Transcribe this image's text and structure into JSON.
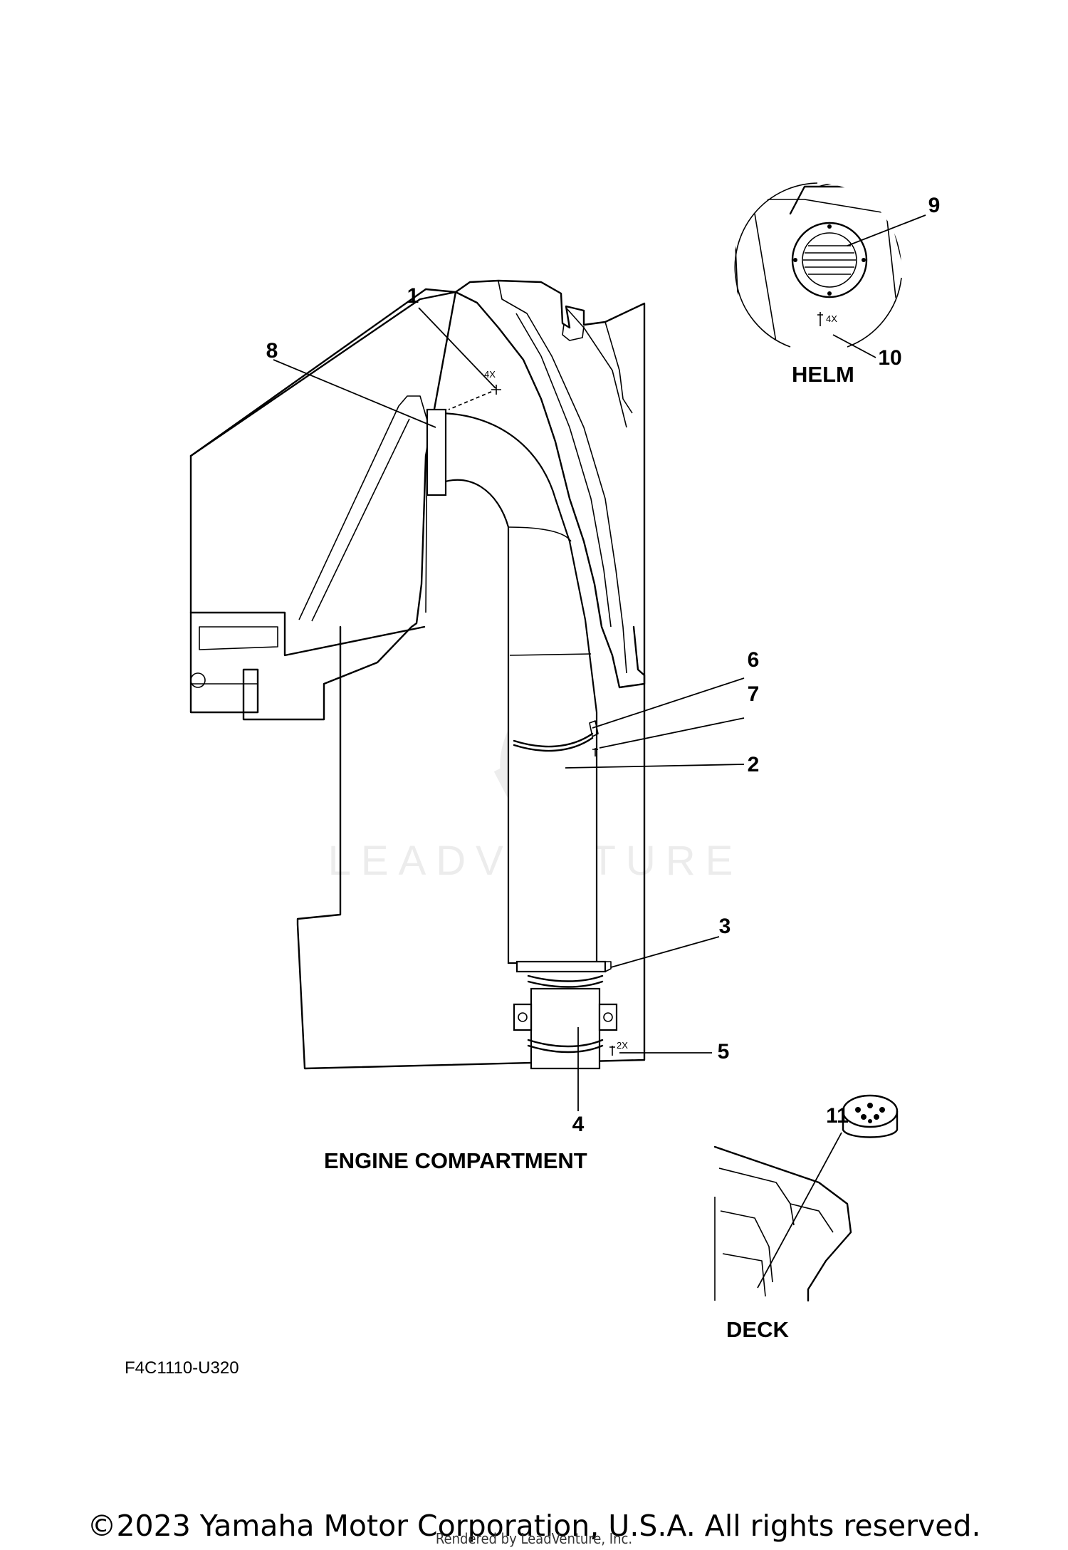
{
  "callouts": [
    {
      "id": "1",
      "label": "1"
    },
    {
      "id": "2",
      "label": "2"
    },
    {
      "id": "3",
      "label": "3"
    },
    {
      "id": "4",
      "label": "4"
    },
    {
      "id": "5",
      "label": "5"
    },
    {
      "id": "6",
      "label": "6"
    },
    {
      "id": "7",
      "label": "7"
    },
    {
      "id": "8",
      "label": "8"
    },
    {
      "id": "9",
      "label": "9"
    },
    {
      "id": "10",
      "label": "10"
    },
    {
      "id": "11",
      "label": "11"
    }
  ],
  "quantities": {
    "screw_1": "4X",
    "screw_10": "4X",
    "screw_5": "2X"
  },
  "sections": {
    "engine_compartment": "ENGINE COMPARTMENT",
    "helm": "HELM",
    "deck": "DECK"
  },
  "diagram_code": "F4C1110-U320",
  "watermark": "LEADVENTURE",
  "footer": {
    "copyright": "©2023 Yamaha Motor Corporation, U.S.A. All rights reserved.",
    "rendered_by": "Rendered by LeadVenture, Inc."
  },
  "colors": {
    "line": "#000000",
    "background": "#ffffff",
    "watermark": "#ececec"
  }
}
